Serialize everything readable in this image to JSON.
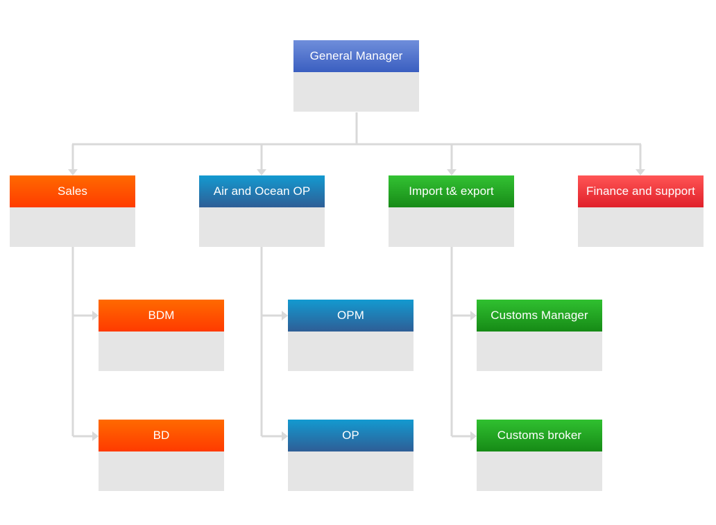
{
  "org_chart": {
    "root": {
      "title": "General  Manager",
      "color": "#4a6fd0"
    },
    "departments": [
      {
        "title": "Sales",
        "color": "#ff5000",
        "children": [
          {
            "title": "BDM"
          },
          {
            "title": "BD"
          }
        ]
      },
      {
        "title": "Air and Ocean OP",
        "color": "#1f7fbf",
        "children": [
          {
            "title": "OPM"
          },
          {
            "title": "OP"
          }
        ]
      },
      {
        "title": "Import t& export",
        "color": "#22a622",
        "children": [
          {
            "title": "Customs Manager"
          },
          {
            "title": "Customs broker"
          }
        ]
      },
      {
        "title": "Finance and support",
        "color": "#f03a3e",
        "children": []
      }
    ],
    "connector_color": "#d9d9d9"
  }
}
